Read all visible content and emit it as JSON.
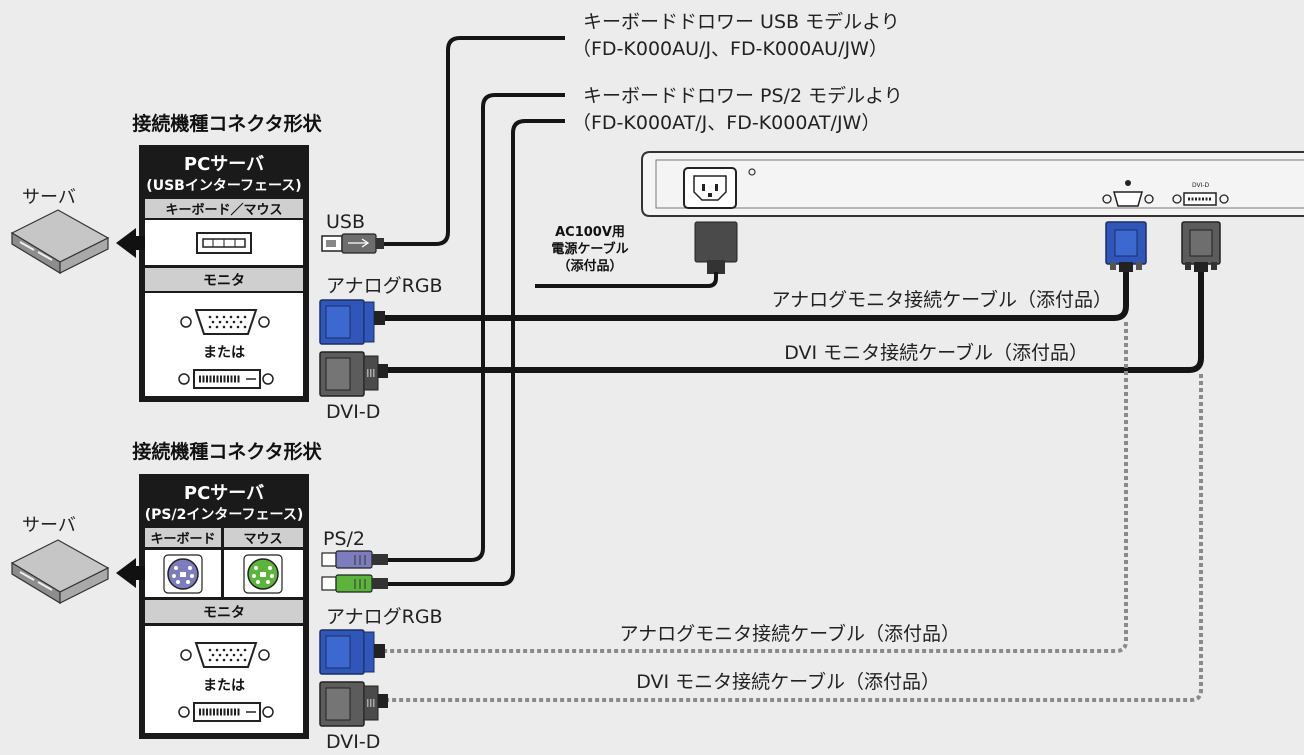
{
  "top_labels": {
    "usb_model_line1": "キーボードドロワー USB モデルより",
    "usb_model_line2": "（FD-K000AU/J、FD-K000AU/JW）",
    "ps2_model_line1": "キーボードドロワー PS/2 モデルより",
    "ps2_model_line2": "（FD-K000AT/J、FD-K000AT/JW）"
  },
  "power": {
    "line1": "AC100V用",
    "line2": "電源ケーブル",
    "line3": "（添付品）"
  },
  "device_ports": {
    "dvi_label": "DVI-D"
  },
  "panel_usb": {
    "heading": "接続機種コネクタ形状",
    "title": "PCサーバ",
    "subtitle": "(USBインターフェース)",
    "kb_mouse": "キーボード／マウス",
    "monitor": "モニタ",
    "or": "または",
    "server_label": "サーバ"
  },
  "panel_ps2": {
    "heading": "接続機種コネクタ形状",
    "title": "PCサーバ",
    "subtitle": "(PS/2インターフェース)",
    "keyboard": "キーボード",
    "mouse": "マウス",
    "monitor": "モニタ",
    "or": "または",
    "server_label": "サーバ"
  },
  "connectors": {
    "usb": "USB",
    "analog_rgb_1": "アナログRGB",
    "dvi_d_1": "DVI-D",
    "ps2": "PS/2",
    "analog_rgb_2": "アナログRGB",
    "dvi_d_2": "DVI-D"
  },
  "cables": {
    "analog_1": "アナログモニタ接続ケーブル（添付品）",
    "dvi_1": "DVI モニタ接続ケーブル（添付品）",
    "analog_2": "アナログモニタ接続ケーブル（添付品）",
    "dvi_2": "DVI モニタ接続ケーブル（添付品）"
  },
  "colors": {
    "background": "#ececec",
    "panel_dark": "#1a1a1a",
    "panel_gray": "#cfcfcf",
    "vga_blue": "#2f56b8",
    "ps2_purple": "#7d7dbe",
    "ps2_green": "#5cb43c",
    "cable": "#151515",
    "dotted_cable": "#8a8a8a"
  }
}
